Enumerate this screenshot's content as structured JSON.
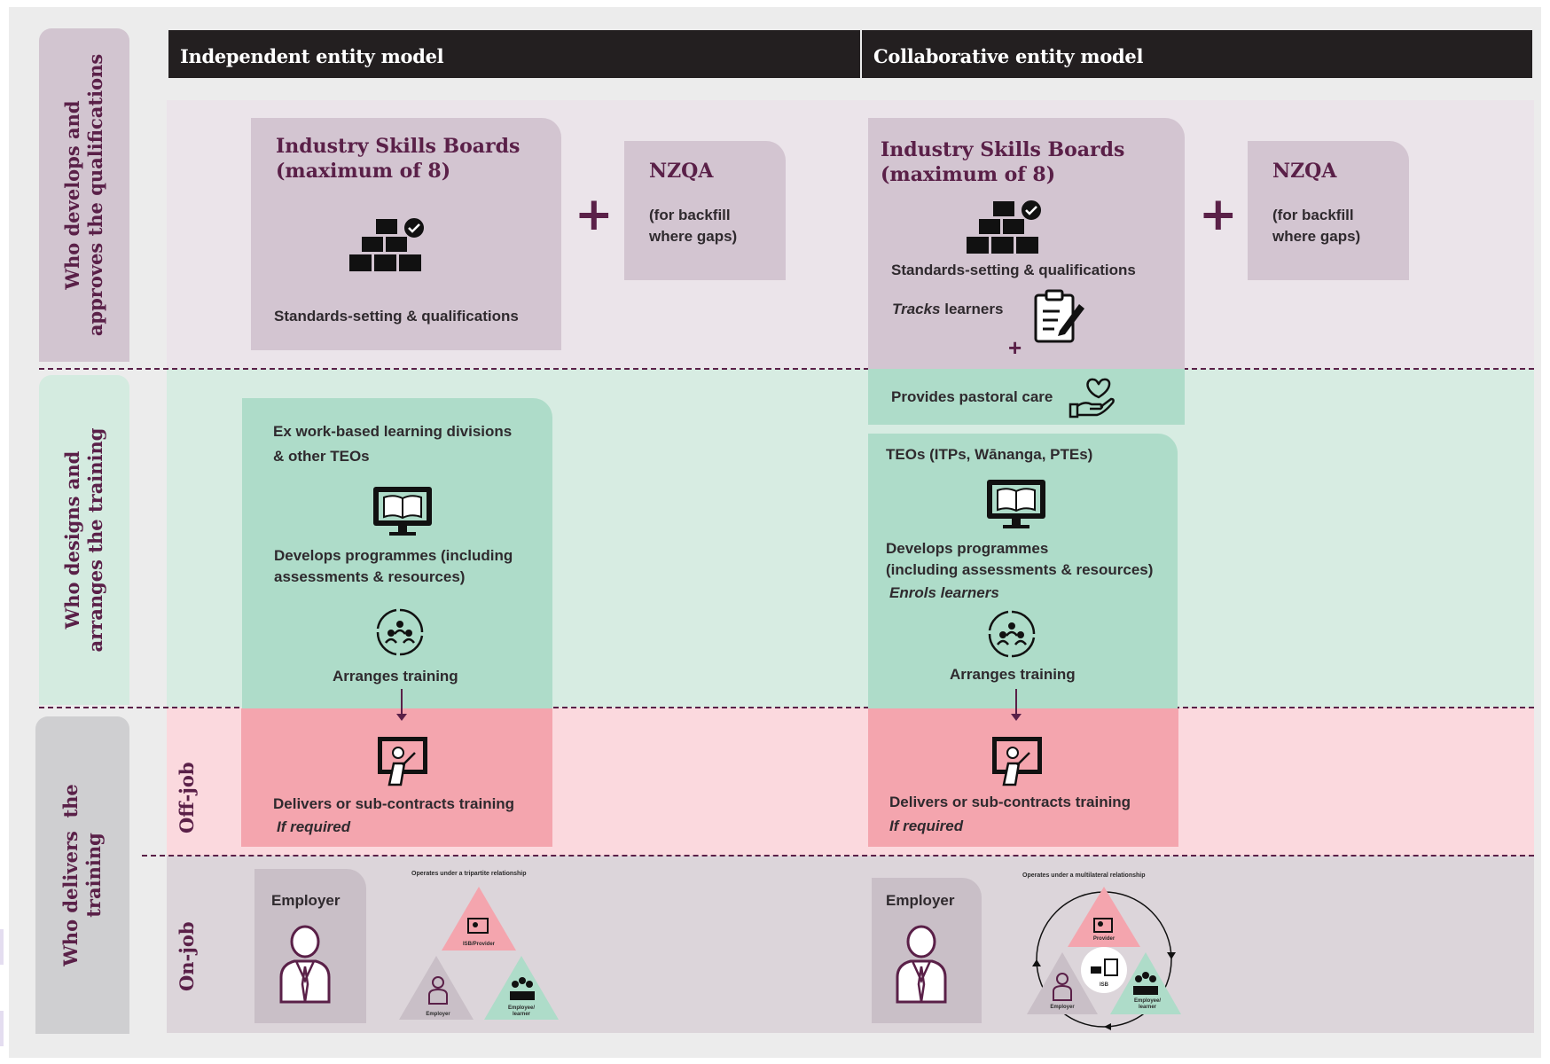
{
  "headers": {
    "independent": "Independent entity model",
    "collaborative": "Collaborative entity model"
  },
  "rows": {
    "qualifications": "Who develops and\napproves the qualifications",
    "training": "Who designs and\narranges the training",
    "delivers": "Who delivers  the\ntraining",
    "off_job": "Off-job",
    "on_job": "On-job"
  },
  "independent": {
    "isb_title": "Industry Skills Boards\n(maximum of 8)",
    "isb_role": "Standards-setting & qualifications",
    "nzqa_title": "NZQA",
    "nzqa_note": "(for backfill\nwhere gaps)",
    "teo_title": "Ex work-based learning divisions\n& other TEOs",
    "develops": "Develops programmes (including\nassessments & resources)",
    "arranges": "Arranges training",
    "delivers": "Delivers or sub-contracts training",
    "if_required": "If required",
    "employer": "Employer",
    "relationship": "Operates under a tripartite relationship",
    "tri_top": "ISB/Provider",
    "tri_left": "Employer",
    "tri_right": "Employee/\nlearner"
  },
  "collaborative": {
    "isb_title": "Industry Skills Boards\n(maximum of 8)",
    "isb_role": "Standards-setting & qualifications",
    "tracks_italic": "Tracks",
    "tracks_rest": " learners",
    "pastoral": "Provides pastoral care",
    "nzqa_title": "NZQA",
    "nzqa_note": "(for backfill\nwhere gaps)",
    "teo_title": "TEOs (ITPs, Wānanga, PTEs)",
    "develops": "Develops programmes\n(including assessments & resources)",
    "enrols": "Enrols learners",
    "arranges": "Arranges training",
    "delivers": "Delivers or sub-contracts training",
    "if_required": "If required",
    "employer": "Employer",
    "relationship": "Operates under a multilateral relationship",
    "tri_top": "Provider",
    "tri_center": "ISB",
    "tri_left": "Employer",
    "tri_right": "Employee/\nlearner"
  },
  "symbols": {
    "plus": "+",
    "small_plus": "+"
  },
  "colors": {
    "header_bg": "#231f20",
    "accent": "#5a2048",
    "mauve": "#d3c5d1",
    "green": "#aedcc9",
    "pink": "#f4a5ae"
  },
  "icons": [
    "building-blocks-check-icon",
    "clipboard-pencil-icon",
    "heart-hand-icon",
    "monitor-book-icon",
    "people-cycle-icon",
    "presenter-board-icon",
    "employer-person-icon"
  ]
}
